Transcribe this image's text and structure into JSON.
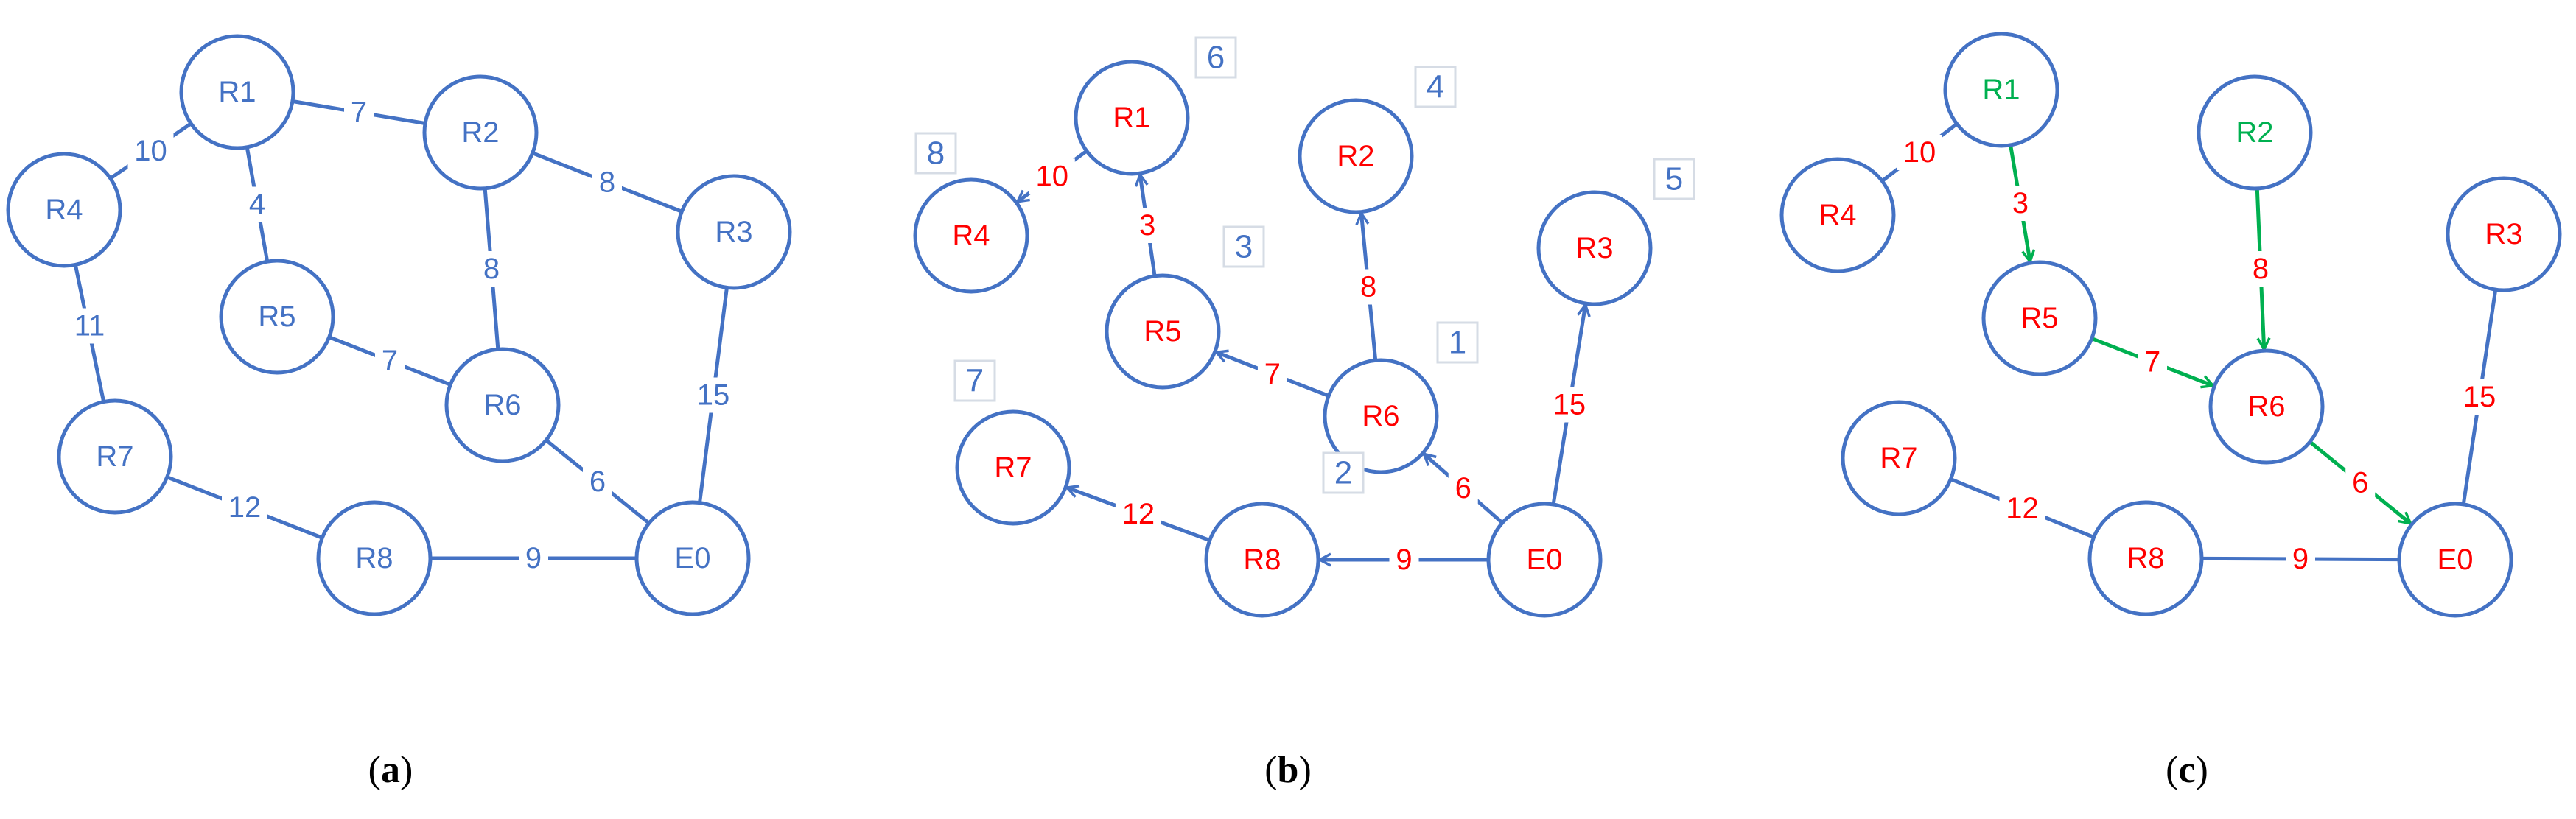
{
  "colors": {
    "blue": "#4472C4",
    "red": "#FF0000",
    "green": "#00B050",
    "order_box": "#D6DCE5"
  },
  "panels": [
    {
      "id": "a",
      "caption": {
        "open": "(",
        "letter": "a",
        "close": ")"
      },
      "nodes": [
        {
          "id": "R1",
          "label": "R1",
          "color": "blue"
        },
        {
          "id": "R2",
          "label": "R2",
          "color": "blue"
        },
        {
          "id": "R3",
          "label": "R3",
          "color": "blue"
        },
        {
          "id": "R4",
          "label": "R4",
          "color": "blue"
        },
        {
          "id": "R5",
          "label": "R5",
          "color": "blue"
        },
        {
          "id": "R6",
          "label": "R6",
          "color": "blue"
        },
        {
          "id": "R7",
          "label": "R7",
          "color": "blue"
        },
        {
          "id": "R8",
          "label": "R8",
          "color": "blue"
        },
        {
          "id": "E0",
          "label": "E0",
          "color": "blue"
        }
      ],
      "edges": [
        {
          "from": "R1",
          "to": "R4",
          "weight": "10",
          "directed": false,
          "color": "blue",
          "label_color": "blue"
        },
        {
          "from": "R1",
          "to": "R2",
          "weight": "7",
          "directed": false,
          "color": "blue",
          "label_color": "blue"
        },
        {
          "from": "R2",
          "to": "R3",
          "weight": "8",
          "directed": false,
          "color": "blue",
          "label_color": "blue"
        },
        {
          "from": "R1",
          "to": "R5",
          "weight": "4",
          "directed": false,
          "color": "blue",
          "label_color": "blue"
        },
        {
          "from": "R2",
          "to": "R6",
          "weight": "8",
          "directed": false,
          "color": "blue",
          "label_color": "blue"
        },
        {
          "from": "R4",
          "to": "R7",
          "weight": "11",
          "directed": false,
          "color": "blue",
          "label_color": "blue"
        },
        {
          "from": "R5",
          "to": "R6",
          "weight": "7",
          "directed": false,
          "color": "blue",
          "label_color": "blue"
        },
        {
          "from": "R6",
          "to": "E0",
          "weight": "6",
          "directed": false,
          "color": "blue",
          "label_color": "blue"
        },
        {
          "from": "R3",
          "to": "E0",
          "weight": "15",
          "directed": false,
          "color": "blue",
          "label_color": "blue"
        },
        {
          "from": "R7",
          "to": "R8",
          "weight": "12",
          "directed": false,
          "color": "blue",
          "label_color": "blue"
        },
        {
          "from": "R8",
          "to": "E0",
          "weight": "9",
          "directed": false,
          "color": "blue",
          "label_color": "blue"
        }
      ],
      "order_labels": []
    },
    {
      "id": "b",
      "caption": {
        "open": "(",
        "letter": "b",
        "close": ")"
      },
      "nodes": [
        {
          "id": "R1",
          "label": "R1",
          "color": "red"
        },
        {
          "id": "R2",
          "label": "R2",
          "color": "red"
        },
        {
          "id": "R3",
          "label": "R3",
          "color": "red"
        },
        {
          "id": "R4",
          "label": "R4",
          "color": "red"
        },
        {
          "id": "R5",
          "label": "R5",
          "color": "red"
        },
        {
          "id": "R6",
          "label": "R6",
          "color": "red"
        },
        {
          "id": "R7",
          "label": "R7",
          "color": "red"
        },
        {
          "id": "R8",
          "label": "R8",
          "color": "red"
        },
        {
          "id": "E0",
          "label": "E0",
          "color": "red"
        }
      ],
      "edges": [
        {
          "from": "R1",
          "to": "R4",
          "weight": "10",
          "directed": true,
          "color": "blue",
          "label_color": "red"
        },
        {
          "from": "R5",
          "to": "R1",
          "weight": "3",
          "directed": true,
          "color": "blue",
          "label_color": "red"
        },
        {
          "from": "R6",
          "to": "R2",
          "weight": "8",
          "directed": true,
          "color": "blue",
          "label_color": "red"
        },
        {
          "from": "R6",
          "to": "R5",
          "weight": "7",
          "directed": true,
          "color": "blue",
          "label_color": "red"
        },
        {
          "from": "E0",
          "to": "R6",
          "weight": "6",
          "directed": true,
          "color": "blue",
          "label_color": "red"
        },
        {
          "from": "E0",
          "to": "R3",
          "weight": "15",
          "directed": true,
          "color": "blue",
          "label_color": "red"
        },
        {
          "from": "E0",
          "to": "R8",
          "weight": "9",
          "directed": true,
          "color": "blue",
          "label_color": "red"
        },
        {
          "from": "R8",
          "to": "R7",
          "weight": "12",
          "directed": true,
          "color": "blue",
          "label_color": "red"
        }
      ],
      "order_labels": [
        {
          "node": "R1",
          "value": "6"
        },
        {
          "node": "R2",
          "value": "4"
        },
        {
          "node": "R3",
          "value": "5"
        },
        {
          "node": "R4",
          "value": "8"
        },
        {
          "node": "R5",
          "value": "3"
        },
        {
          "node": "R6",
          "value": "1"
        },
        {
          "node": "R7",
          "value": "7"
        },
        {
          "node": "R8",
          "value": "2"
        }
      ]
    },
    {
      "id": "c",
      "caption": {
        "open": "(",
        "letter": "c",
        "close": ")"
      },
      "nodes": [
        {
          "id": "R1",
          "label": "R1",
          "color": "green"
        },
        {
          "id": "R2",
          "label": "R2",
          "color": "green"
        },
        {
          "id": "R3",
          "label": "R3",
          "color": "red"
        },
        {
          "id": "R4",
          "label": "R4",
          "color": "red"
        },
        {
          "id": "R5",
          "label": "R5",
          "color": "red"
        },
        {
          "id": "R6",
          "label": "R6",
          "color": "red"
        },
        {
          "id": "R7",
          "label": "R7",
          "color": "red"
        },
        {
          "id": "R8",
          "label": "R8",
          "color": "red"
        },
        {
          "id": "E0",
          "label": "E0",
          "color": "red"
        }
      ],
      "edges": [
        {
          "from": "R1",
          "to": "R4",
          "weight": "10",
          "directed": false,
          "color": "blue",
          "label_color": "red"
        },
        {
          "from": "R1",
          "to": "R5",
          "weight": "3",
          "directed": true,
          "color": "green",
          "label_color": "red"
        },
        {
          "from": "R2",
          "to": "R6",
          "weight": "8",
          "directed": true,
          "color": "green",
          "label_color": "red"
        },
        {
          "from": "R5",
          "to": "R6",
          "weight": "7",
          "directed": true,
          "color": "green",
          "label_color": "red"
        },
        {
          "from": "R6",
          "to": "E0",
          "weight": "6",
          "directed": true,
          "color": "green",
          "label_color": "red"
        },
        {
          "from": "R3",
          "to": "E0",
          "weight": "15",
          "directed": false,
          "color": "blue",
          "label_color": "red"
        },
        {
          "from": "R7",
          "to": "R8",
          "weight": "12",
          "directed": false,
          "color": "blue",
          "label_color": "red"
        },
        {
          "from": "R8",
          "to": "E0",
          "weight": "9",
          "directed": false,
          "color": "blue",
          "label_color": "red"
        }
      ],
      "order_labels": []
    }
  ]
}
